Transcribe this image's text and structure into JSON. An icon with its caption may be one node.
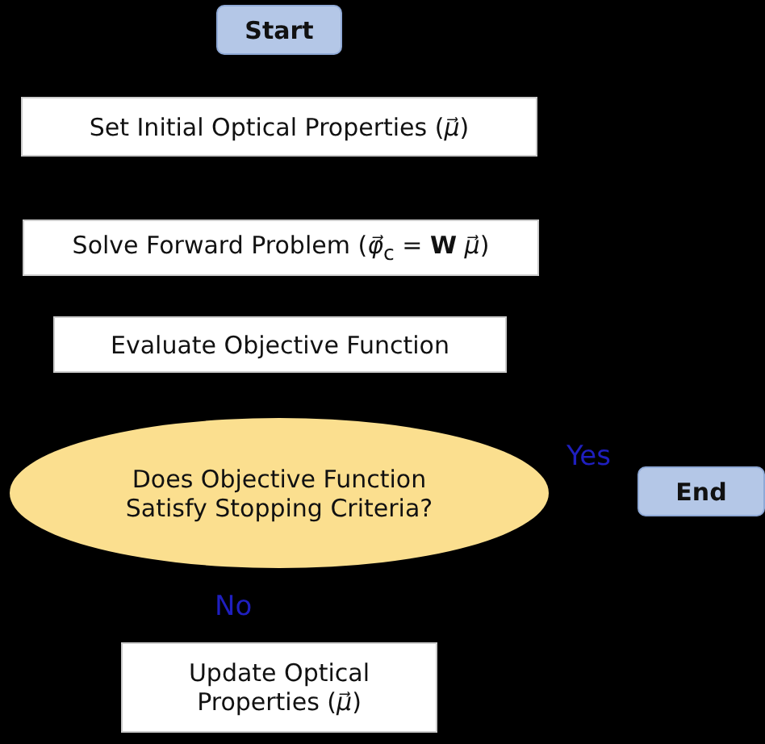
{
  "diagram": {
    "nodes": [
      {
        "text": [
          "Start"
        ]
      },
      {
        "text": [
          "Set Initial Optical Properties (*μ⃗*)"
        ]
      },
      {
        "text": [
          "Solve Forward Problem (*φ⃗*$_{c}$ = **W** *μ⃗*)"
        ]
      },
      {
        "text": [
          "Evaluate Objective Function"
        ]
      },
      {
        "text": [
          "Does Objective Function Satisfy Stopping Criteria?"
        ]
      },
      {
        "text": [
          "End"
        ]
      },
      {
        "text": [
          "Update Optical Properties (*μ⃗*)"
        ]
      }
    ],
    "labels": [
      "Yes",
      "No"
    ]
  }
}
